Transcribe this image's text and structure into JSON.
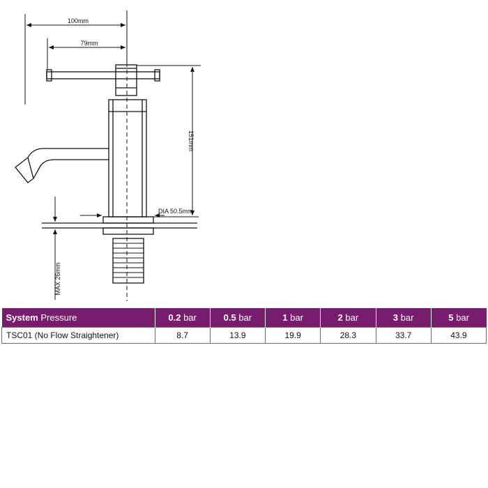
{
  "dimensions": {
    "overall_width": "100mm",
    "handle_width": "79mm",
    "height": "151mm",
    "base_diameter": "DIA 50.5mm",
    "max_thickness": "MAX 26mm"
  },
  "table": {
    "header": {
      "label_bold": "System",
      "label_rest": " Pressure",
      "columns": [
        {
          "value": "0.2",
          "unit": " bar"
        },
        {
          "value": "0.5",
          "unit": " bar"
        },
        {
          "value": "1",
          "unit": " bar"
        },
        {
          "value": "2",
          "unit": " bar"
        },
        {
          "value": "3",
          "unit": " bar"
        },
        {
          "value": "5",
          "unit": " bar"
        }
      ]
    },
    "rows": [
      {
        "name": "TSC01 (No Flow Straightener)",
        "values": [
          "8.7",
          "13.9",
          "19.9",
          "28.3",
          "33.7",
          "43.9"
        ]
      }
    ]
  },
  "colors": {
    "header_bg": "#7a1c6e",
    "line": "#111111"
  }
}
